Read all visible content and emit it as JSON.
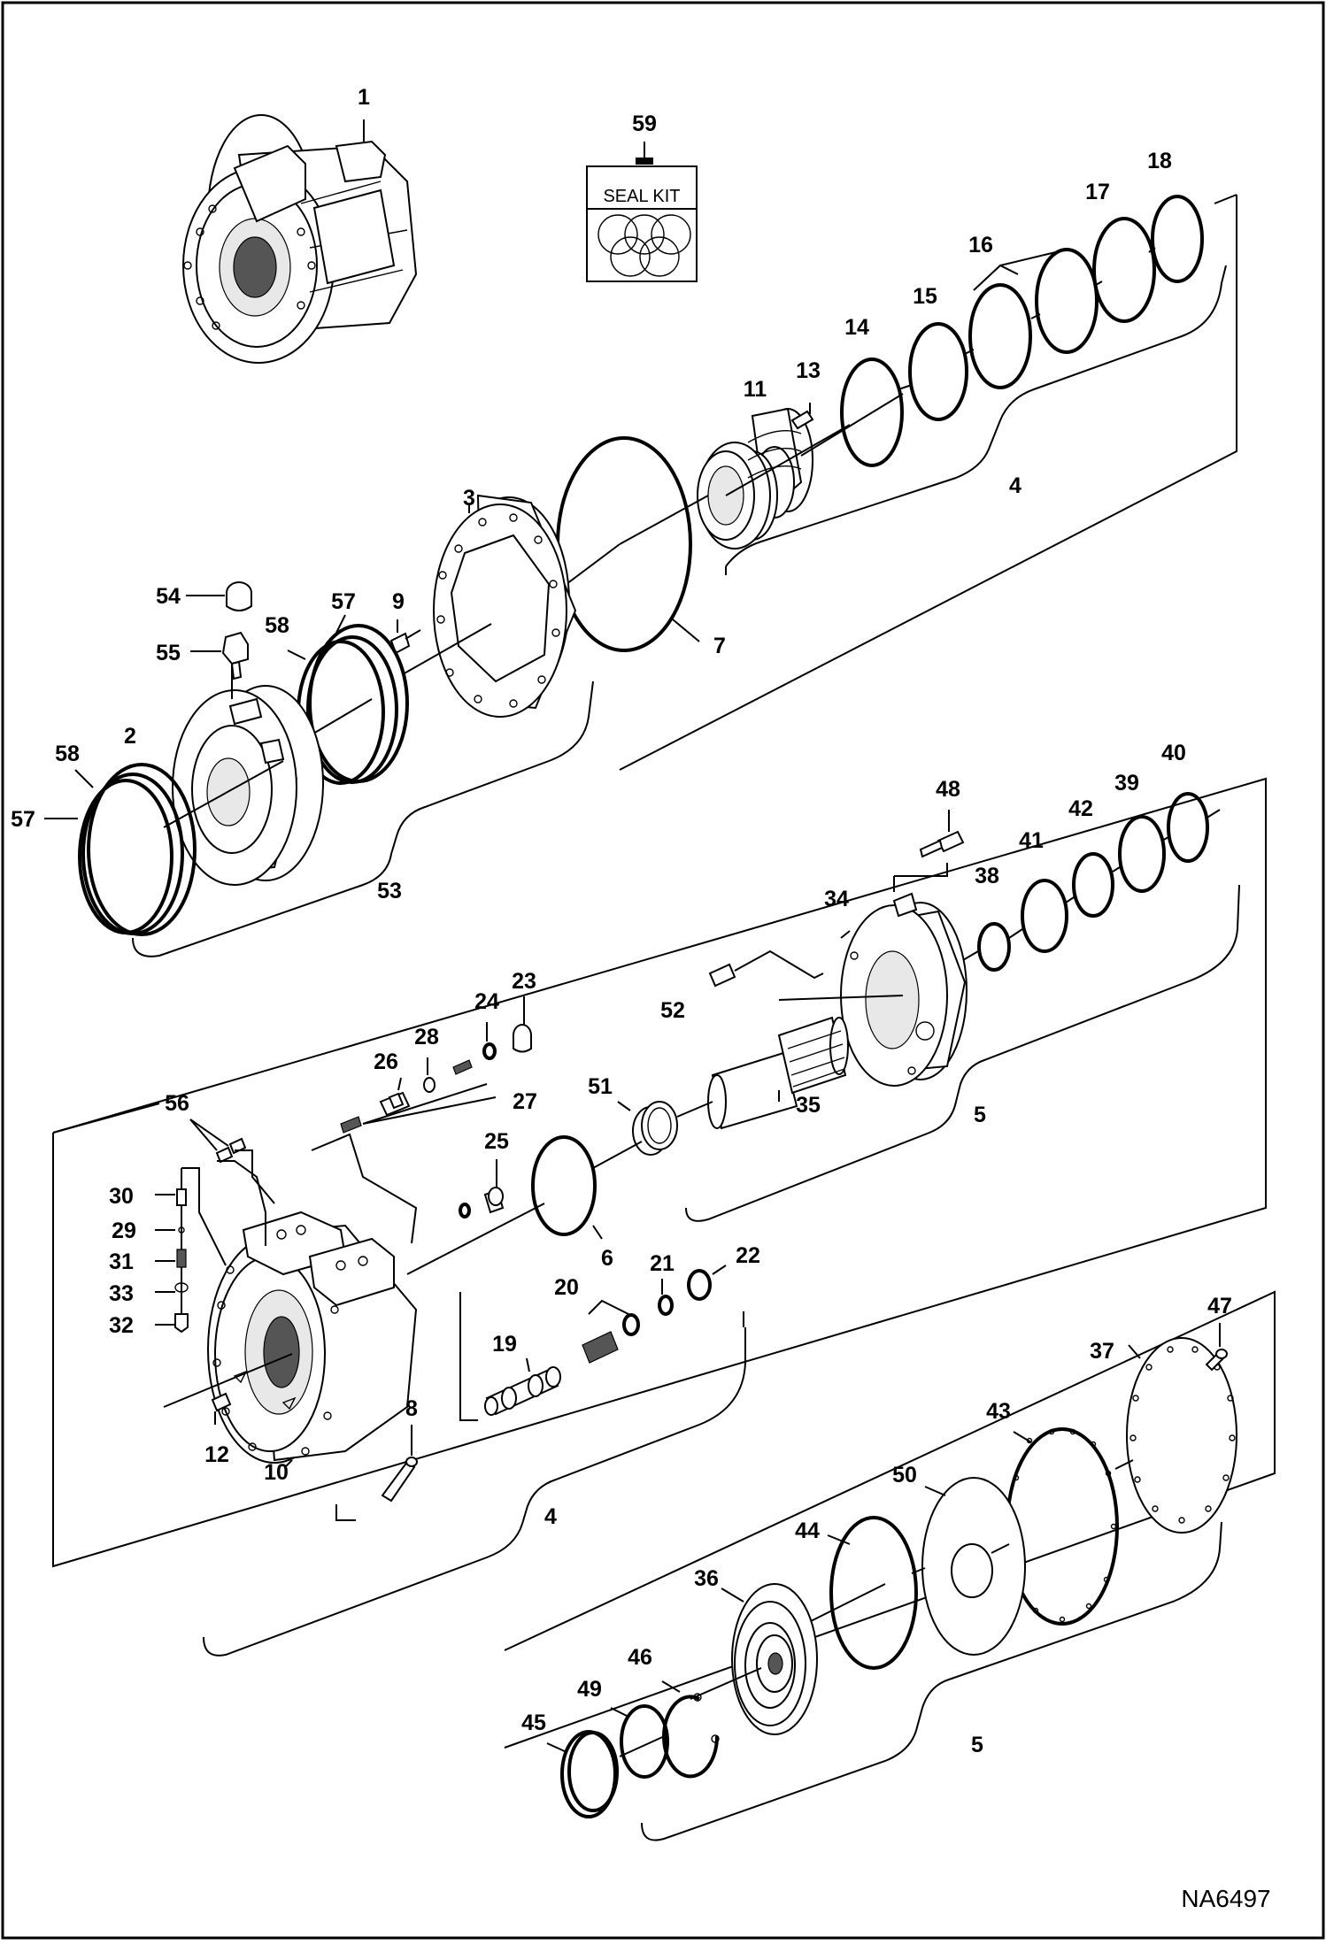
{
  "drawing_code": "NA6497",
  "seal_kit_label": "SEAL KIT",
  "callouts": {
    "c1": "1",
    "c2": "2",
    "c3": "3",
    "c4a": "4",
    "c4b": "4",
    "c5a": "5",
    "c5b": "5",
    "c6": "6",
    "c7": "7",
    "c8": "8",
    "c9": "9",
    "c10": "10",
    "c11": "11",
    "c12": "12",
    "c13": "13",
    "c14": "14",
    "c15": "15",
    "c16": "16",
    "c17": "17",
    "c18": "18",
    "c19": "19",
    "c20": "20",
    "c21": "21",
    "c22": "22",
    "c23": "23",
    "c24": "24",
    "c25": "25",
    "c26": "26",
    "c27": "27",
    "c28": "28",
    "c29": "29",
    "c30": "30",
    "c31": "31",
    "c32": "32",
    "c33": "33",
    "c34": "34",
    "c35": "35",
    "c36": "36",
    "c37": "37",
    "c38": "38",
    "c39": "39",
    "c40": "40",
    "c41": "41",
    "c42": "42",
    "c43": "43",
    "c44": "44",
    "c45": "45",
    "c46": "46",
    "c47": "47",
    "c48": "48",
    "c49": "49",
    "c50": "50",
    "c51": "51",
    "c52": "52",
    "c53": "53",
    "c54": "54",
    "c55": "55",
    "c56": "56",
    "c57a": "57",
    "c57b": "57",
    "c58a": "58",
    "c58b": "58",
    "c59": "59"
  }
}
